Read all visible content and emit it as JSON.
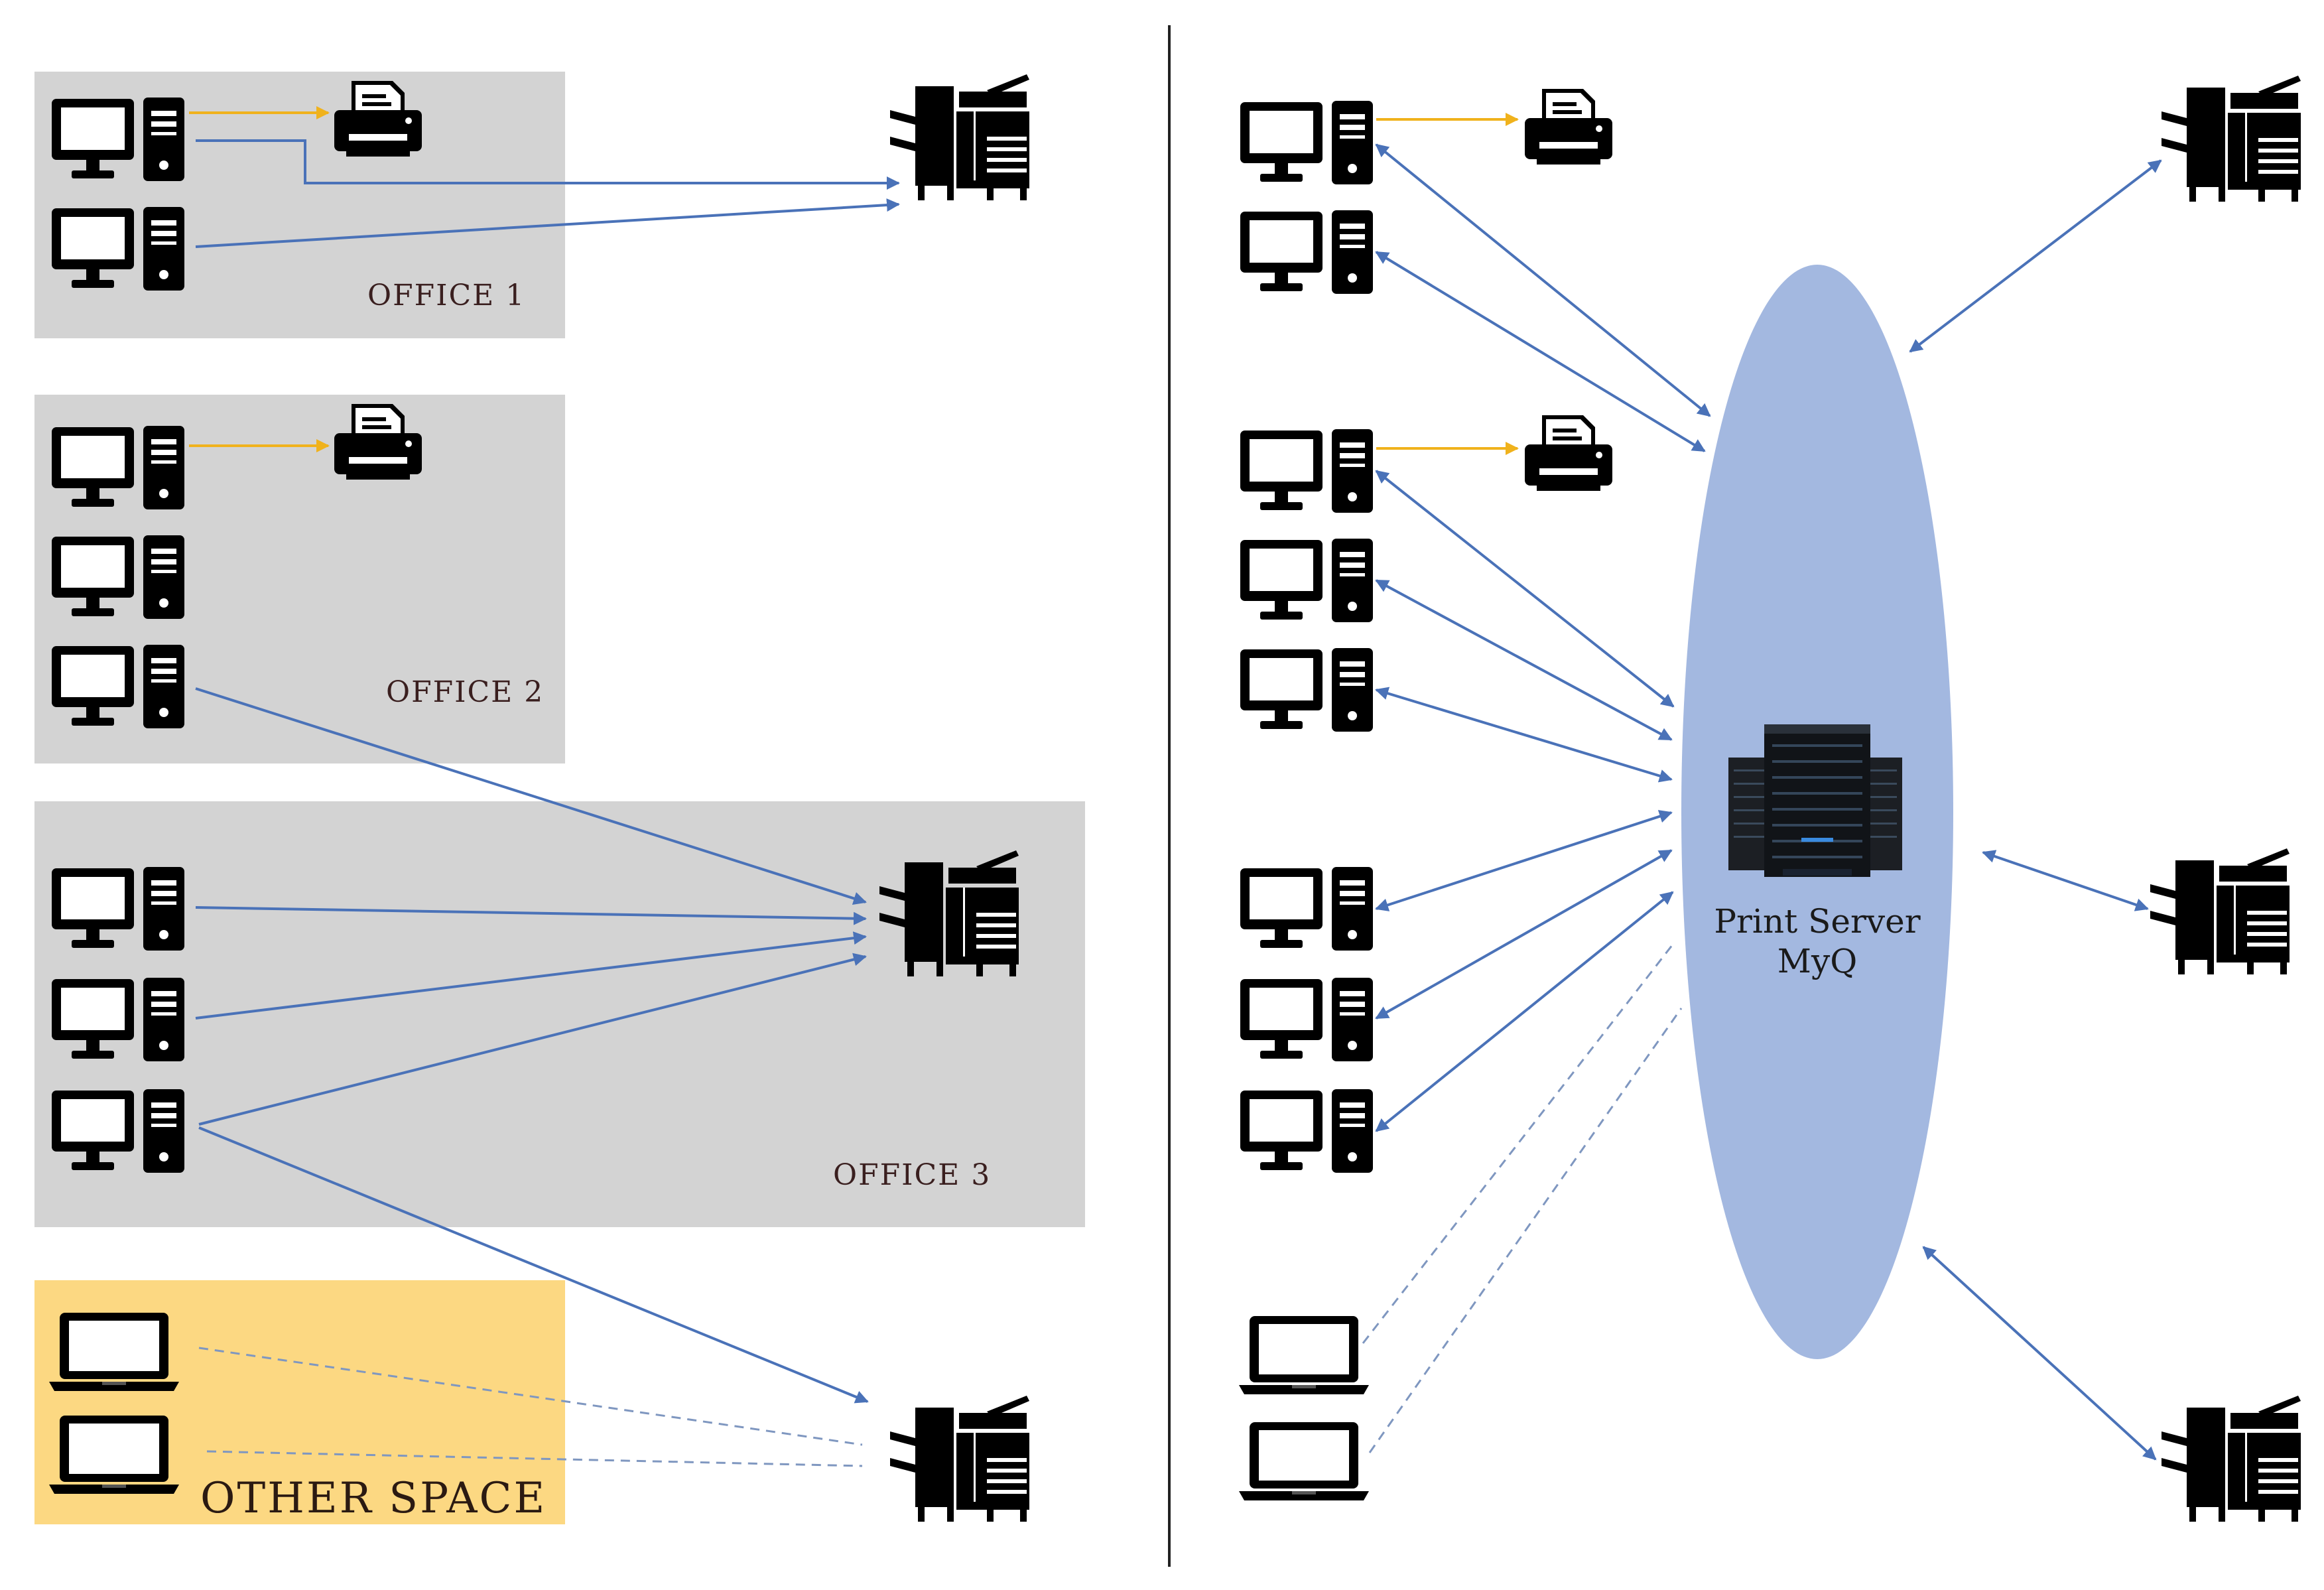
{
  "left_panel": {
    "zones": [
      {
        "label": "OFFICE 1",
        "fill": "#d3d3d3"
      },
      {
        "label": "OFFICE 2",
        "fill": "#d3d3d3"
      },
      {
        "label": "OFFICE 3",
        "fill": "#d3d3d3"
      },
      {
        "label": "OTHER SPACE",
        "fill": "#fcd882"
      }
    ]
  },
  "right_panel": {
    "server": {
      "label_line1": "Print Server",
      "label_line2": "MyQ",
      "ellipse_fill": "#a3b8e0"
    }
  },
  "colors": {
    "network_arrow": "#4a72b8",
    "local_arrow": "#f0b21c",
    "wireless_dashed": "#7f97c0",
    "device": "#000000",
    "divider": "#222222"
  },
  "icons": [
    "desktop-computer-icon",
    "local-printer-icon",
    "multifunction-printer-icon",
    "laptop-icon",
    "server-rack-icon"
  ]
}
